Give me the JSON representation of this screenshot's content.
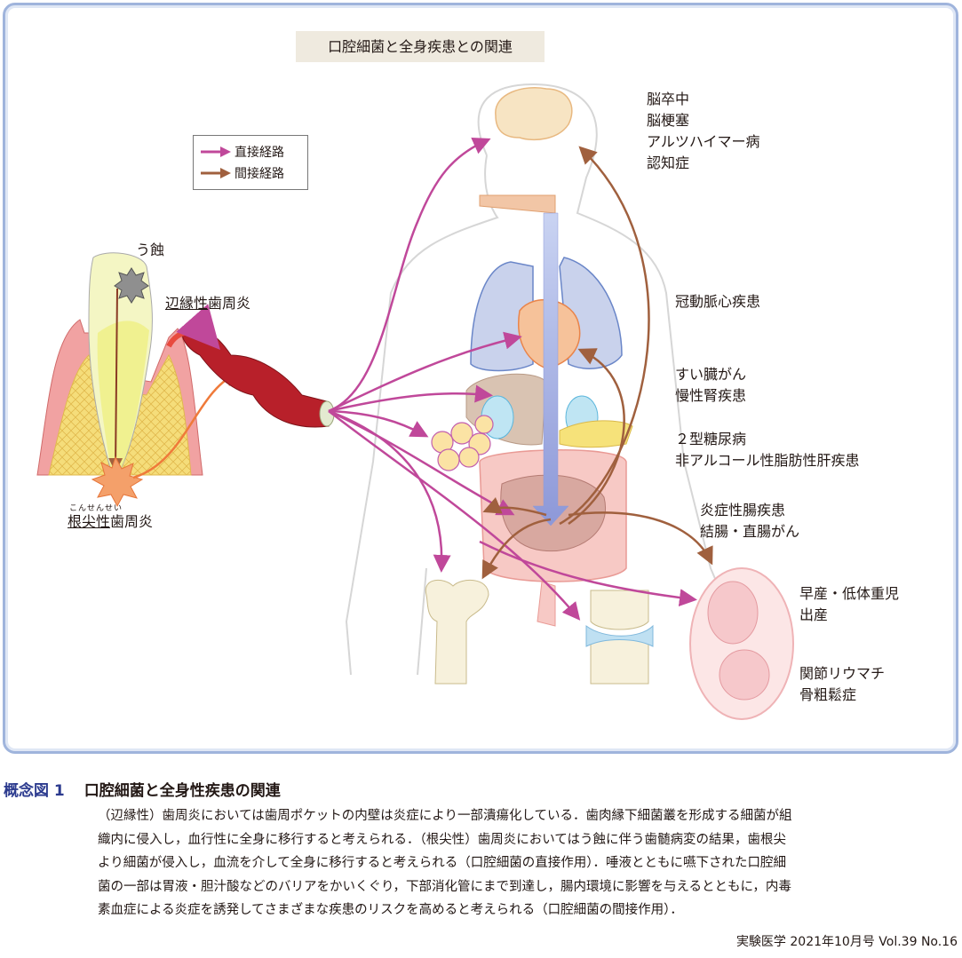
{
  "figure": {
    "title": "口腔細菌と全身疾患との関連",
    "legend": {
      "direct": "直接経路",
      "indirect": "間接経路"
    },
    "colors": {
      "direct": "#c0489a",
      "indirect": "#a0603e",
      "frame": "#9fb4dc",
      "caption_number": "#2b3a8e"
    },
    "oral_labels": {
      "caries": "う蝕",
      "marginal_underlined": "辺縁性",
      "marginal_rest": "歯周炎",
      "apical_ruby": "こんせんせい",
      "apical_underlined": "根尖性",
      "apical_rest": "歯周炎"
    },
    "diseases": {
      "brain": [
        "脳卒中",
        "脳梗塞",
        "アルツハイマー病",
        "認知症"
      ],
      "heart": [
        "冠動脈心疾患"
      ],
      "pancreas_kidney": [
        "すい臓がん",
        "慢性腎疾患"
      ],
      "metabolic": [
        "２型糖尿病",
        "非アルコール性脂肪性肝疾患"
      ],
      "intestine": [
        "炎症性腸疾患",
        "結腸・直腸がん"
      ],
      "pregnancy": [
        "早産・低体重児",
        "出産"
      ],
      "bone_joint": [
        "関節リウマチ",
        "骨粗鬆症"
      ]
    }
  },
  "caption": {
    "number": "概念図 1",
    "title": "口腔細菌と全身性疾患の関連",
    "lines": [
      "（辺縁性）歯周炎においては歯周ポケットの内壁は炎症により一部潰瘍化している．歯肉縁下細菌叢を形成する細菌が組",
      "織内に侵入し，血行性に全身に移行すると考えられる．（根尖性）歯周炎においてはう蝕に伴う歯髄病変の結果，歯根尖",
      "より細菌が侵入し，血流を介して全身に移行すると考えられる（口腔細菌の直接作用）．唾液とともに嚥下された口腔細",
      "菌の一部は胃液・胆汁酸などのバリアをかいくぐり，下部消化管にまで到達し，腸内環境に影響を与えるとともに，内毒",
      "素血症による炎症を誘発してさまざまな疾患のリスクを高めると考えられる（口腔細菌の間接作用）．"
    ],
    "footer": "実験医学 2021年10月号 Vol.39 No.16"
  }
}
